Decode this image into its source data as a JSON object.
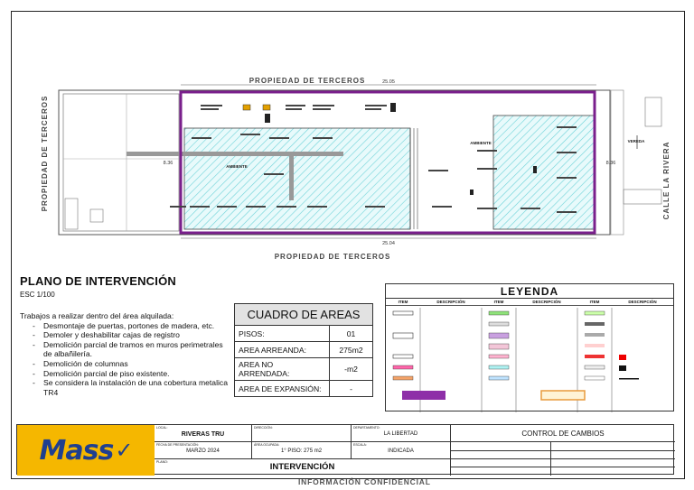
{
  "plan": {
    "top_label": "PROPIEDAD DE TERCEROS",
    "bottom_label": "PROPIEDAD DE TERCEROS",
    "left_label": "PROPIEDAD DE TERCEROS",
    "right_label": "CALLE LA RIVERA",
    "dim_top": "25.05",
    "dim_bottom": "25.04",
    "dim_left": "8.36",
    "dim_right": "8.36",
    "ambiente_1": "AMBIENTE",
    "ambiente_2": "AMBIENTE",
    "vereda": "VEREDA"
  },
  "title": {
    "main": "PLANO DE INTERVENCIÓN",
    "scale": "ESC 1/100"
  },
  "notes": {
    "intro": "Trabajos a realizar dentro del área alquilada:",
    "items": [
      "Desmontaje de puertas, portones de madera, etc.",
      "Demoler y deshabilitar cajas de registro",
      "Demolición parcial de tramos en muros perimetrales de albañilería.",
      "Demolición de columnas",
      "Demolición parcial de piso existente.",
      "Se considera la instalación de una cobertura metalica TR4"
    ]
  },
  "areas": {
    "header": "CUADRO DE AREAS",
    "rows": [
      {
        "label": "PISOS:",
        "value": "01"
      },
      {
        "label": "AREA ARREANDA:",
        "value": "275m2"
      },
      {
        "label": "AREA NO ARRENDADA:",
        "value": "-m2"
      },
      {
        "label": "AREA DE EXPANSIÓN:",
        "value": "-"
      }
    ]
  },
  "legend": {
    "title": "LEYENDA",
    "col_item": "ITEM",
    "col_desc": "DESCRIPCIÓN"
  },
  "titleblock": {
    "logo": "Mass",
    "local_label": "LOCAL:",
    "local": "RIVERAS TRU",
    "direccion_label": "DIRECCIÓN:",
    "departamento_label": "DEPARTAMENTO:",
    "departamento": "LA LIBERTAD",
    "fecha_label": "FECHA DE PRESENTACIÓN:",
    "fecha": "MARZO 2024",
    "area_label": "ÁREA OCUPADA:",
    "area": "1° PISO: 275 m2",
    "escala_label": "ESCALA:",
    "escala": "INDICADA",
    "plano_label": "PLANO:",
    "plano": "INTERVENCIÓN",
    "control": "CONTROL DE CAMBIOS"
  },
  "footer": "INFORMACIÓN CONFIDENCIAL",
  "colors": {
    "purple": "#7a1f8c",
    "hatch": "#6fd3d9",
    "logo_bg": "#f5b700",
    "logo_text": "#1f3f8f"
  }
}
